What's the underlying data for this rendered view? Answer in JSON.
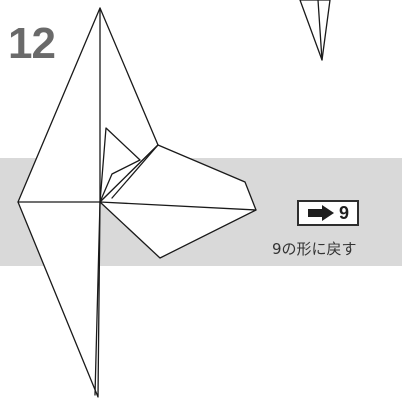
{
  "step": {
    "number": "12"
  },
  "reference": {
    "target_step": "9",
    "icon": "right-arrow-icon",
    "caption": "9の形に戻す"
  },
  "colors": {
    "band": "#d9d9d9",
    "line": "#1a1a1a",
    "step_number": "#6a6a6a"
  }
}
